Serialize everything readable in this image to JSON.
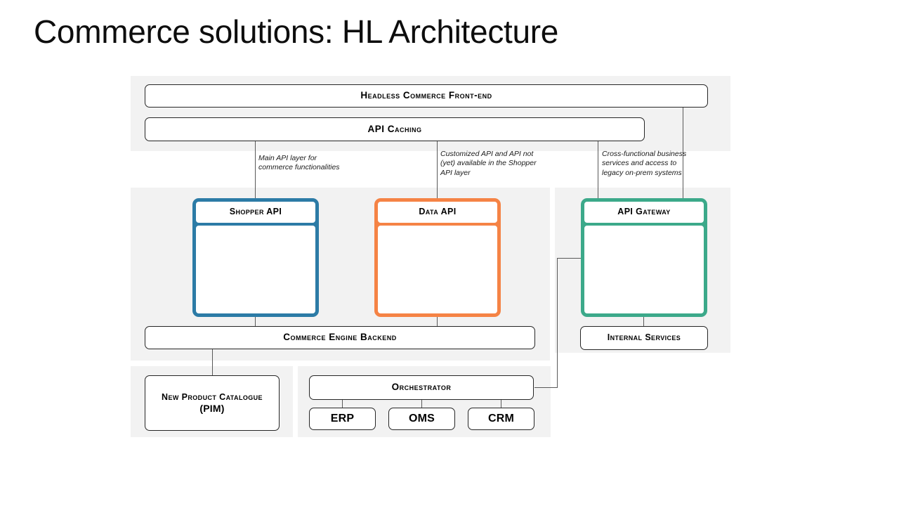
{
  "slide": {
    "title": "Commerce solutions: HL Architecture"
  },
  "layers": {
    "frontend": {
      "headless_front_end": "Headless Commerce Front-end",
      "api_caching": "API Caching"
    },
    "api_layer": {
      "shopper_api": "Shopper API",
      "data_api": "Data API",
      "api_gateway": "API Gateway",
      "commerce_engine_backend": "Commerce Engine Backend",
      "internal_services": "Internal Services"
    },
    "backend": {
      "pim": "New Product Catalogue\n(PIM)",
      "pim_line1": "New Product Catalogue",
      "pim_line2": "(PIM)",
      "orchestrator": "Orchestrator",
      "systems": [
        {
          "label": "ERP"
        },
        {
          "label": "OMS"
        },
        {
          "label": "CRM"
        }
      ]
    }
  },
  "annotations": [
    {
      "name": "shopper-api-note",
      "text": "Main API layer for\ncommerce functionalities"
    },
    {
      "name": "data-api-note",
      "text": "Customized API and API not\n(yet) available in the Shopper\nAPI layer"
    },
    {
      "name": "api-gateway-note",
      "text": "Cross-functional business\nservices and access to\nlegacy on-prem systems"
    }
  ],
  "colors": {
    "shopper_api_accent": "#2C7BA6",
    "data_api_accent": "#F58345",
    "api_gateway_accent": "#3CA98A",
    "panel_background": "#F2F2F2",
    "node_border": "#262626",
    "connector": "#595959",
    "canvas": "#FFFFFF"
  }
}
